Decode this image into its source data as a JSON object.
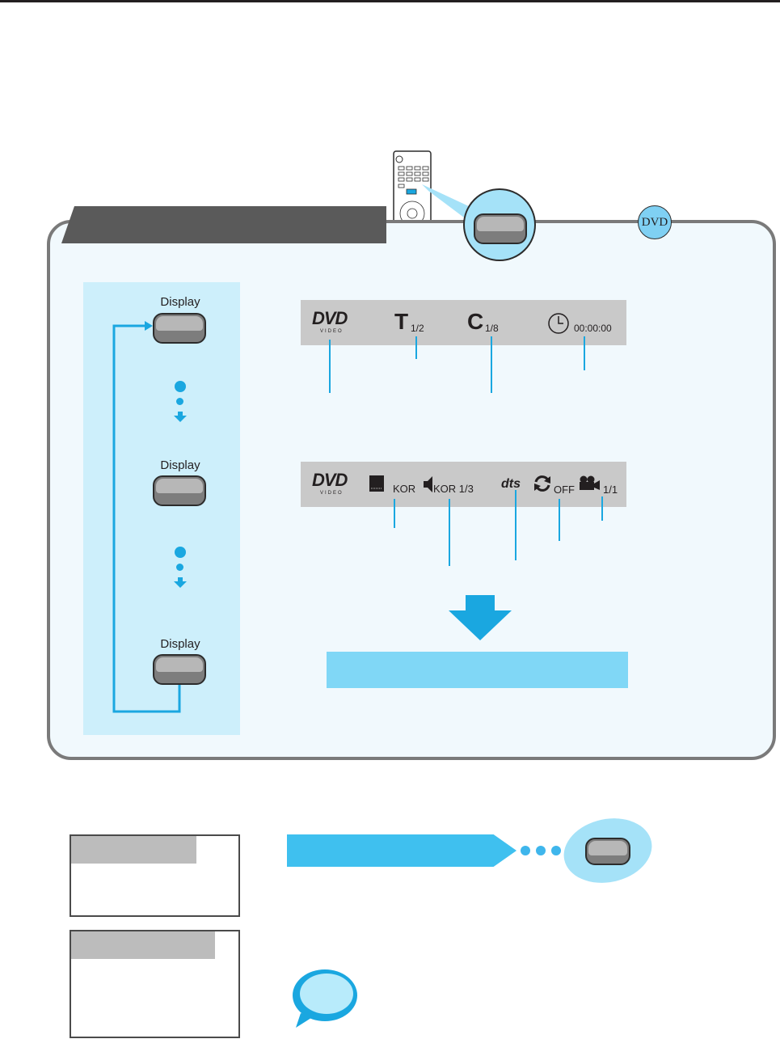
{
  "remote_diagram": {
    "disc_badge": "DVD"
  },
  "sequence": {
    "buttons": [
      {
        "label": "Display"
      },
      {
        "label": "Display"
      },
      {
        "label": "Display"
      }
    ]
  },
  "osd_bar_1": {
    "disc_logo": "DVD",
    "disc_logo_sub": "VIDEO",
    "title_letter": "T",
    "title_value": "1/2",
    "chapter_letter": "C",
    "chapter_value": "1/8",
    "time_value": "00:00:00"
  },
  "osd_bar_2": {
    "disc_logo": "DVD",
    "disc_logo_sub": "VIDEO",
    "subtitle_value": "KOR",
    "audio_value": "KOR 1/3",
    "audio_format": "dts",
    "repeat_value": "OFF",
    "angle_value": "1/1"
  },
  "colors": {
    "accent_blue": "#1aa7e0",
    "light_blue": "#80d7f6",
    "panel_border": "#7a7a7a",
    "header_dark": "#5a5a5a"
  }
}
